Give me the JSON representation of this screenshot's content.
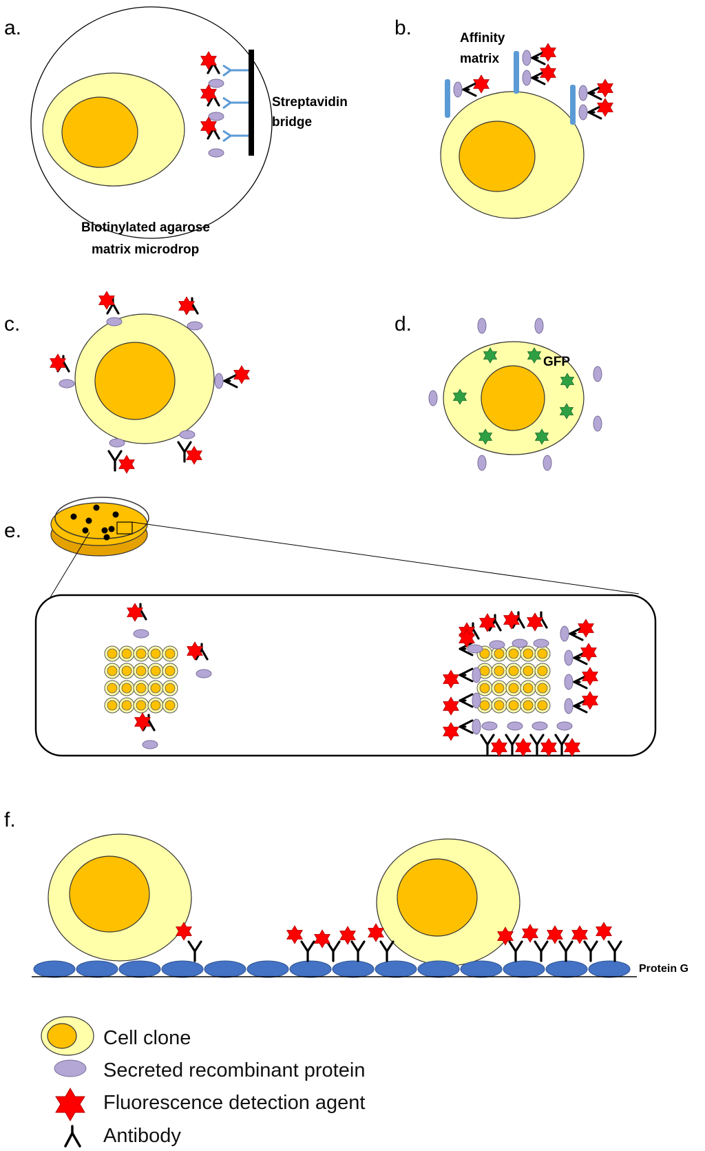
{
  "panels": {
    "a": {
      "letter": "a.",
      "streptavidin_label_line1": "Streptavidin",
      "streptavidin_label_line2": "bridge",
      "microdrop_label_line1": "Biotinylated agarose",
      "microdrop_label_line2": "matrix microdrop"
    },
    "b": {
      "letter": "b.",
      "affinity_label_line1": "Affinity",
      "affinity_label_line2": "matrix"
    },
    "c": {
      "letter": "c."
    },
    "d": {
      "letter": "d.",
      "gfp_label": "GFP"
    },
    "e": {
      "letter": "e."
    },
    "f": {
      "letter": "f.",
      "protein_g_label": "Protein G"
    }
  },
  "legend": {
    "items": [
      {
        "icon": "cell-clone-icon",
        "label": "Cell clone"
      },
      {
        "icon": "secreted-protein-icon",
        "label": "Secreted recombinant protein"
      },
      {
        "icon": "fluorescence-star-icon",
        "label": "Fluorescence detection agent"
      },
      {
        "icon": "antibody-icon",
        "label": "Antibody"
      }
    ]
  },
  "colors": {
    "cytoplasm": "#FFFFAA",
    "nucleus": "#FFC000",
    "protein": "#B4A7D6",
    "fluorescence": "#FF0000",
    "gfp": "#2EA043",
    "affinity_matrix": "#5B9BD5",
    "protein_g": "#4472C4",
    "antibody": "#000000"
  }
}
